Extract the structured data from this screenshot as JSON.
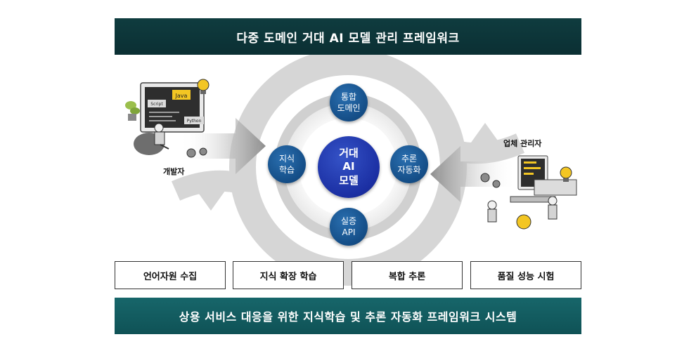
{
  "header": {
    "title": "다중 도메인 거대 AI 모델 관리 프레임워크"
  },
  "footer": {
    "title": "상용 서비스 대응을 위한 지식학습 및 추론 자동화 프레임워크 시스템"
  },
  "center_node": {
    "line1": "거대",
    "line2": "AI",
    "line3": "모델"
  },
  "nodes": {
    "top": {
      "line1": "통합",
      "line2": "도메인"
    },
    "left": {
      "line1": "지식",
      "line2": "학습"
    },
    "right": {
      "line1": "추론",
      "line2": "자동화"
    },
    "bottom": {
      "line1": "실증",
      "line2": "API"
    }
  },
  "roles": {
    "developer": "개발자",
    "manager": "업체 관리자"
  },
  "illustration_text": {
    "java": "Java",
    "python": "Python",
    "script": "Script"
  },
  "boxes": [
    "언어자원 수집",
    "지식 확장 학습",
    "복합 추론",
    "품질 성능 시험"
  ],
  "colors": {
    "header_bg": "#0f3c3f",
    "footer_bg": "#17666a",
    "node_blue": "#144d86",
    "center_blue": "#1b2fa3",
    "ring_gray": "#cfcfcf"
  }
}
